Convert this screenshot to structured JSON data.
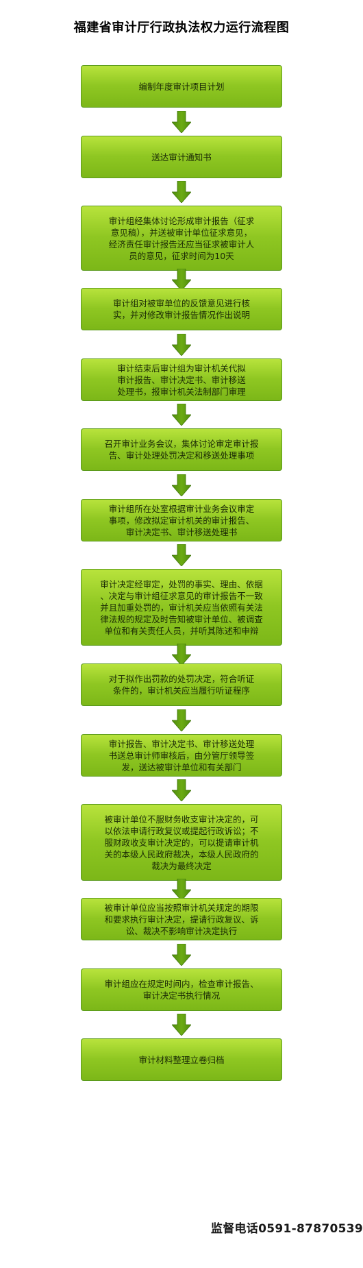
{
  "title": "福建省审计厅行政执法权力运行流程图",
  "steps": [
    "编制年度审计项目计划",
    "送达审计通知书",
    "审计组经集体讨论形成审计报告（征求\n意见稿），并送被审计单位征求意见，\n经济责任审计报告还应当征求被审计人\n员的意见，征求时间为10天",
    "审计组对被审单位的反馈意见进行核\n实，并对修改审计报告情况作出说明",
    "审计结束后审计组为审计机关代拟\n审计报告、审计决定书、审计移送\n处理书，报审计机关法制部门审理",
    "召开审计业务会议，集体讨论审定审计报\n告、审计处理处罚决定和移送处理事项",
    "审计组所在处室根据审计业务会议审定\n事项，修改拟定审计机关的审计报告、\n审计决定书、审计移送处理书",
    "审计决定经审定，处罚的事实、理由、依据\n、决定与审计组征求意见的审计报告不一致\n并且加重处罚的，审计机关应当依照有关法\n律法规的规定及时告知被审计单位、被调查\n单位和有关责任人员，并听其陈述和申辩",
    "对于拟作出罚款的处罚决定，符合听证\n条件的，审计机关应当履行听证程序",
    "审计报告、审计决定书、审计移送处理\n书送总审计师审核后，由分管厅领导签\n发，送达被审计单位和有关部门",
    "被审计单位不服财务收支审计决定的，可\n以依法申请行政复议或提起行政诉讼；不\n服财政收支审计决定的，可以提请审计机\n关的本级人民政府裁决，本级人民政府的\n裁决为最终决定",
    "被审计单位应当按照审计机关规定的期限\n和要求执行审计决定，提请行政复议、诉\n讼、裁决不影响审计决定执行",
    "审计组应在规定时间内，检查审计报告、\n审计决定书执行情况",
    "审计材料整理立卷归档"
  ],
  "footer": "监督电话0591-87870539",
  "colors": {
    "box_top": "#b8e33c",
    "box_bottom": "#7cb718",
    "box_border": "#5a9a1c",
    "arrow": "#6cab14"
  }
}
